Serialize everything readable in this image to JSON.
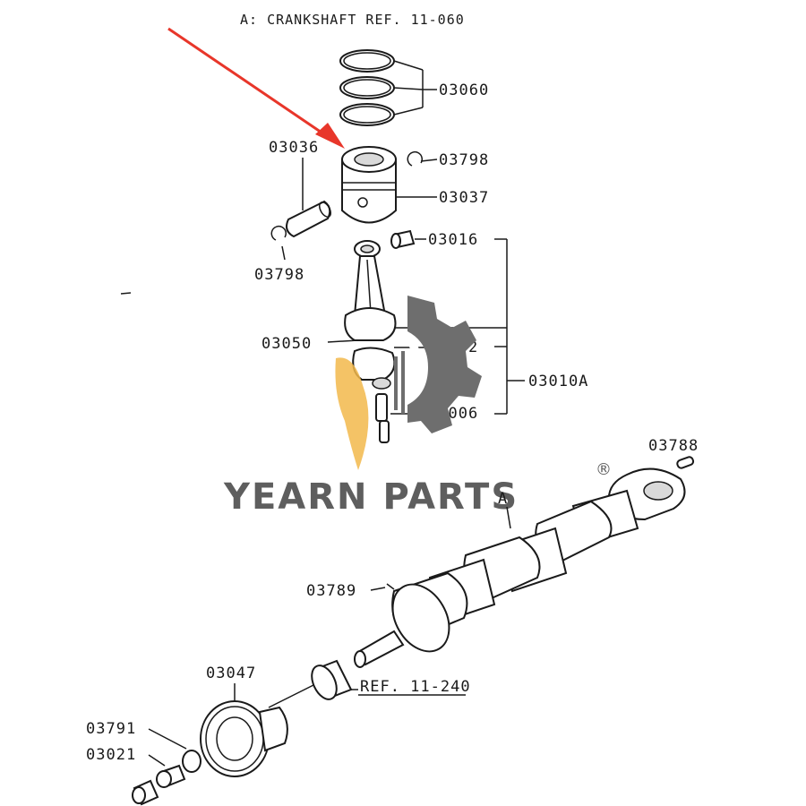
{
  "header": "A: CRANKSHAFT REF. 11-060",
  "labels": {
    "p03060": "03060",
    "p03036": "03036",
    "p03798a": "03798",
    "p03037": "03037",
    "p03798b": "03798",
    "p03016": "03016",
    "p03050": "03050",
    "p03772": "03772",
    "p03010a": "03010A",
    "p03006": "03006",
    "p03788": "03788",
    "p_a": "A",
    "p03789": "03789",
    "p03047": "03047",
    "ref": "REF. 11-240",
    "p03791": "03791",
    "p03021": "03021"
  },
  "watermark": {
    "brand": "YEARN PARTS",
    "registered": "®",
    "gear_color": "#6e6e6e",
    "flame_color": "#f2b84b"
  },
  "arrow_color": "#e8362a",
  "colors": {
    "line": "#1a1a1a",
    "background": "#ffffff"
  }
}
